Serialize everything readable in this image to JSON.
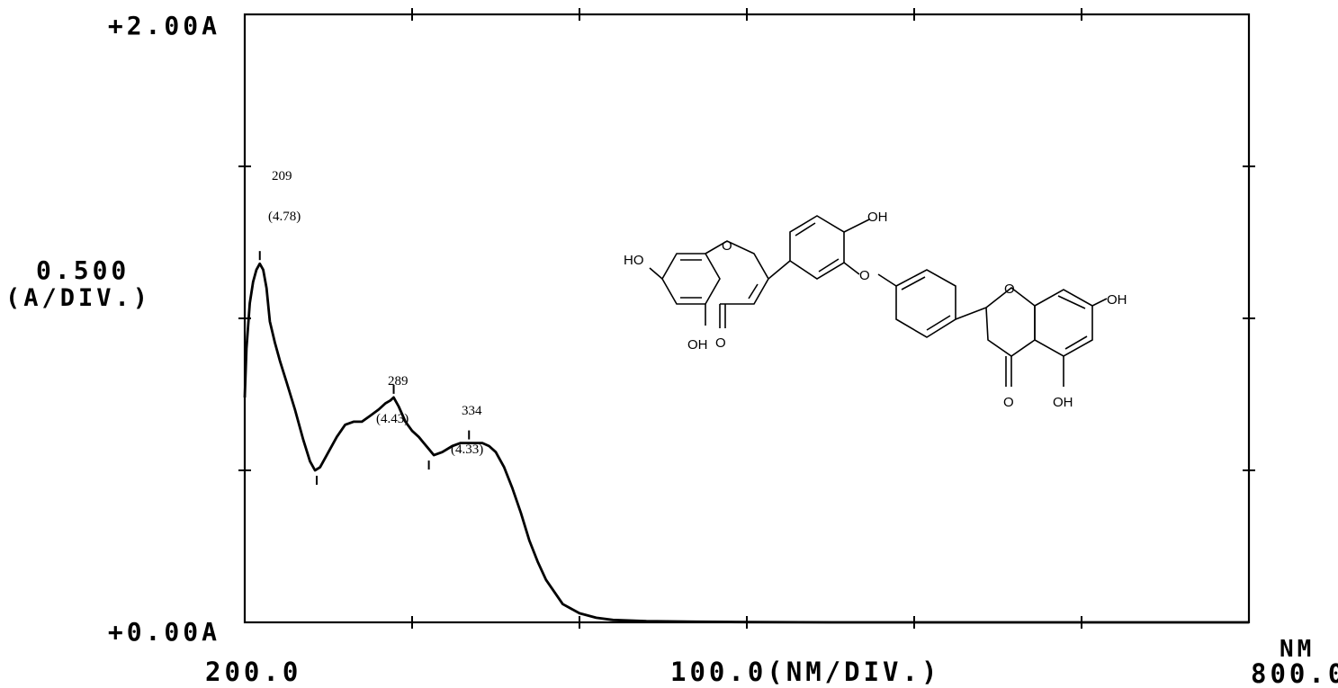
{
  "chart_data": {
    "type": "line",
    "y_top_label": "+2.00A",
    "y_bottom_label": "+0.00A",
    "y_scale_value": "0.500",
    "y_scale_unit": "(A/DIV.)",
    "x_start_label": "200.0",
    "x_scale_label": "100.0(NM/DIV.)",
    "x_end_label": "800.0",
    "x_unit": "NM",
    "xlim": [
      200,
      800
    ],
    "ylim": [
      0,
      2.0
    ],
    "grid": false,
    "series": [
      {
        "x": [
          200,
          201,
          203,
          205,
          207,
          209,
          211,
          213,
          215,
          218,
          221,
          225,
          230,
          235,
          239,
          242,
          245,
          250,
          255,
          260,
          265,
          270,
          275,
          280,
          284,
          287,
          289,
          292,
          296,
          300,
          304,
          307,
          310,
          313,
          318,
          324,
          329,
          334,
          338,
          342,
          346,
          350,
          355,
          360,
          365,
          370,
          375,
          380,
          385,
          390,
          400,
          410,
          420,
          440,
          470,
          500,
          550,
          600,
          700,
          800
        ],
        "y": [
          0.74,
          0.9,
          1.05,
          1.12,
          1.16,
          1.18,
          1.16,
          1.1,
          0.99,
          0.92,
          0.86,
          0.79,
          0.7,
          0.6,
          0.53,
          0.5,
          0.51,
          0.56,
          0.61,
          0.65,
          0.66,
          0.66,
          0.68,
          0.7,
          0.72,
          0.73,
          0.74,
          0.71,
          0.66,
          0.63,
          0.61,
          0.59,
          0.57,
          0.55,
          0.56,
          0.58,
          0.59,
          0.59,
          0.59,
          0.59,
          0.58,
          0.56,
          0.51,
          0.44,
          0.36,
          0.27,
          0.2,
          0.14,
          0.1,
          0.06,
          0.03,
          0.015,
          0.008,
          0.004,
          0.002,
          0.001,
          0.0,
          0.0,
          0.0,
          0.0
        ]
      }
    ],
    "minima_markers": [
      {
        "x": 243,
        "y": 0.5
      },
      {
        "x": 310,
        "y": 0.55
      }
    ],
    "peaks": [
      {
        "wavelength": "209",
        "log_e": "(4.78)",
        "x": 209,
        "y": 1.18
      },
      {
        "wavelength": "289",
        "log_e": "(4.43)",
        "x": 289,
        "y": 0.74
      },
      {
        "wavelength": "334",
        "log_e": "(4.33)",
        "x": 334,
        "y": 0.59
      }
    ],
    "annotations": {
      "molecule_labels": {
        "oh1": "HO",
        "oh2": "OH",
        "oh3": "OH",
        "oh4": "OH",
        "oh5": "OH",
        "o1": "O",
        "o2": "O",
        "o3": "O",
        "o4": "O",
        "o5": "O"
      }
    }
  }
}
